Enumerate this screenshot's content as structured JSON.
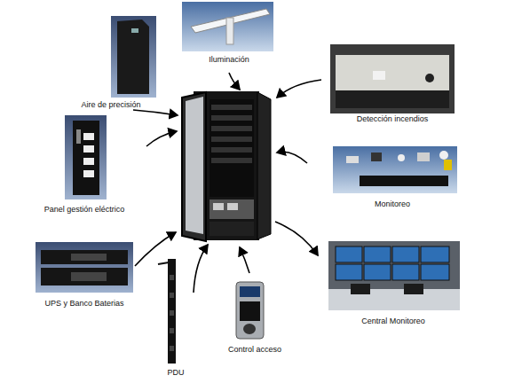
{
  "diagram": {
    "nodes": [
      {
        "text": [
          "Iluminación"
        ]
      },
      {
        "text": [
          "Aire de precisión"
        ]
      },
      {
        "text": [
          "Detección incendios"
        ]
      },
      {
        "text": [
          "Panel gestión eléctrico"
        ]
      },
      {
        "text": [
          "Monitoreo"
        ]
      },
      {
        "text": [
          "UPS y Banco Baterias"
        ]
      },
      {
        "text": [
          "Central Monitoreo"
        ]
      },
      {
        "text": [
          "Control acceso"
        ]
      },
      {
        "text": [
          "PDU"
        ]
      }
    ]
  }
}
